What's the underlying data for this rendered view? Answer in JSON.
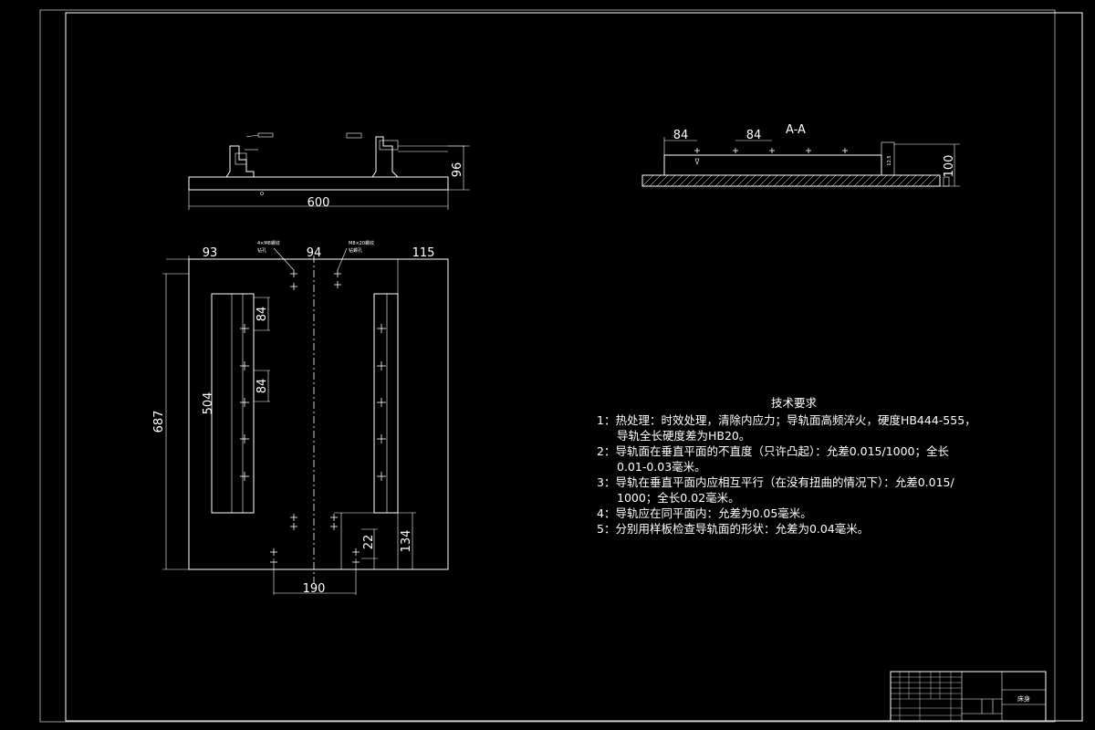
{
  "views": {
    "front": {
      "width_dim": "600",
      "height_dim": "96"
    },
    "section": {
      "title": "A-A",
      "dim_left": "84",
      "dim_mid": "84",
      "dim_right": "100",
      "dim_small": "12.5"
    },
    "plan": {
      "dim_left": "93",
      "dim_mid": "94",
      "dim_right": "115",
      "dim_total_height": "687",
      "dim_rail_length": "504",
      "dim_pitch_1": "84",
      "dim_pitch_2": "84",
      "dim_bottom_width": "190",
      "dim_bottom_1": "22",
      "dim_bottom_2": "134"
    }
  },
  "requirements": {
    "title": "技术要求",
    "lines": [
      "1：热处理：时效处理，清除内应力；导轨面高频淬火，硬度HB444-555，",
      "导轨全长硬度差为HB20。",
      "2：导轨面在垂直平面的不直度（只许凸起）：允差0.015/1000；全长",
      "0.01-0.03毫米。",
      "3：导轨在垂直平面内应相互平行（在没有扭曲的情况下）：允差0.015/",
      "1000；全长0.02毫米。",
      "4：导轨应在同平面内：允差为0.05毫米。",
      "5：分别用样板检查导轨面的形状：允差为0.04毫米。"
    ]
  },
  "title_block": {
    "drawing_name": "床身"
  }
}
